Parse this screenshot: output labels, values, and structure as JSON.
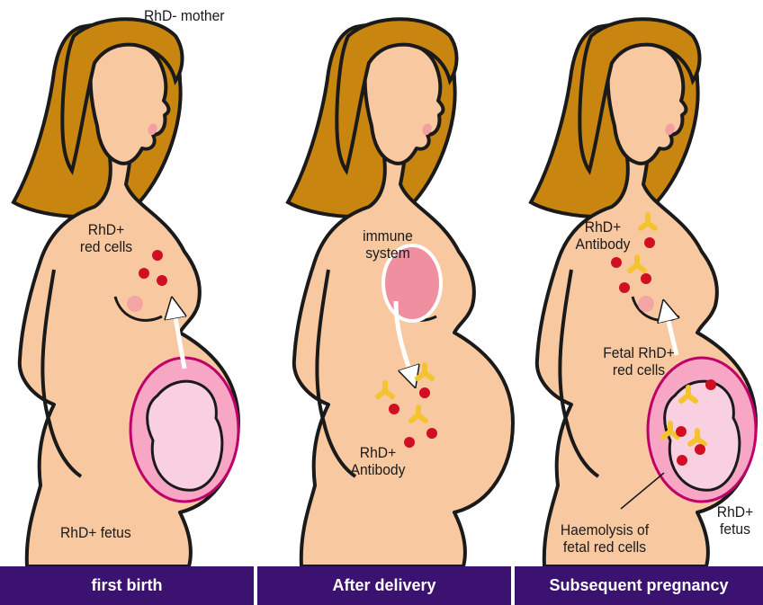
{
  "labels": {
    "mother": "RhD- mother",
    "p1_cells_line1": "RhD+",
    "p1_cells_line2": "red cells",
    "p1_fetus": "RhD+ fetus",
    "p2_immune_line1": "immune",
    "p2_immune_line2": "system",
    "p2_antibody_line1": "RhD+",
    "p2_antibody_line2": "Antibody",
    "p3_antibody_line1": "RhD+",
    "p3_antibody_line2": "Antibody",
    "p3_fetal_line1": "Fetal RhD+",
    "p3_fetal_line2": "red cells",
    "p3_haem_line1": "Haemolysis of",
    "p3_haem_line2": "fetal red cells",
    "p3_fetus_line1": "RhD+",
    "p3_fetus_line2": "fetus"
  },
  "banners": {
    "first": "first birth",
    "second": "After delivery",
    "third": "Subsequent pregnancy"
  },
  "colors": {
    "skin": "#f8c8a0",
    "hair": "#c88510",
    "outline": "#1a1a1a",
    "red_cell": "#d10f22",
    "antibody": "#f4c430",
    "womb": "#f7a6c4",
    "immune": "#ef8fa0",
    "banner": "#3b1270"
  }
}
